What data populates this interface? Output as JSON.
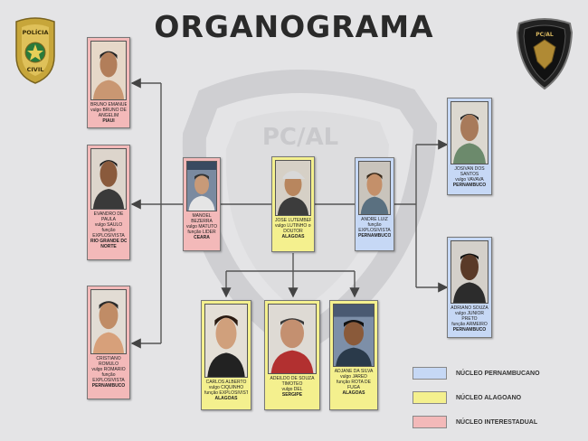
{
  "title": "ORGANOGRAMA",
  "watermark_text": "PC/AL",
  "colors": {
    "pernambucano": "#c6d8f5",
    "alagoano": "#f4f08e",
    "interestadual": "#f3b9b9",
    "line": "#555555"
  },
  "badges": {
    "left": {
      "top": "POLÍCIA",
      "bottom": "CIVIL"
    },
    "right": {
      "text": "PC/AL"
    }
  },
  "cards": {
    "c1": [
      "BRUNO EMANUEL",
      "vulgo BRUNO DE",
      "ANGELIM",
      "PIAUÍ"
    ],
    "c2": [
      "EVANDRO DE",
      "PAULA",
      "vulgo SAULO",
      "função",
      "EXPLOSIVISTA",
      "RIO GRANDE DO",
      "NORTE"
    ],
    "c3": [
      "CRISTIANO",
      "ROMULO",
      "vulgo ROMARIO",
      "função",
      "EXPLOSIVISTA",
      "PERNAMBUCO"
    ],
    "c4": [
      "MANOEL",
      "BEZERRA",
      "vulgo MATUTO",
      "função LIDER",
      "CEARÁ"
    ],
    "c5": [
      "JOSÉ LUTEMBERG",
      "vulgo LUTINHO ou",
      "DOUTOR",
      "ALAGOAS"
    ],
    "c6": [
      "ANDRE LUIZ",
      "função",
      "EXPLOSIVISTA",
      "PERNAMBUCO"
    ],
    "c7": [
      "JOSIVAN DOS",
      "SANTOS",
      "vulgo VAVAVA",
      "PERNAMBUCO"
    ],
    "c8": [
      "ADRIANO SOUZA",
      "vulgo JÚNIOR",
      "PRETO",
      "função ARMEIRO",
      "PERNAMBUCO"
    ],
    "c9": [
      "CARLOS ALBERTO",
      "vulgo CIQUINHO",
      "função EXPLOSIVISTA",
      "ALAGOAS"
    ],
    "c10": [
      "ADEILDO DE SOUZA",
      "TIMÓTEO",
      "vulgo DEL",
      "SERGIPE"
    ],
    "c11": [
      "ADJANE DA SILVA",
      "vulgo JARED",
      "função ROTA DE",
      "FUGA",
      "ALAGOAS"
    ]
  },
  "legend": [
    {
      "label": "NÚCLEO PERNAMBUCANO",
      "color": "#c6d8f5"
    },
    {
      "label": "NÚCLEO ALAGOANO",
      "color": "#f4f08e"
    },
    {
      "label": "NÚCLEO INTERESTADUAL",
      "color": "#f3b9b9"
    }
  ]
}
